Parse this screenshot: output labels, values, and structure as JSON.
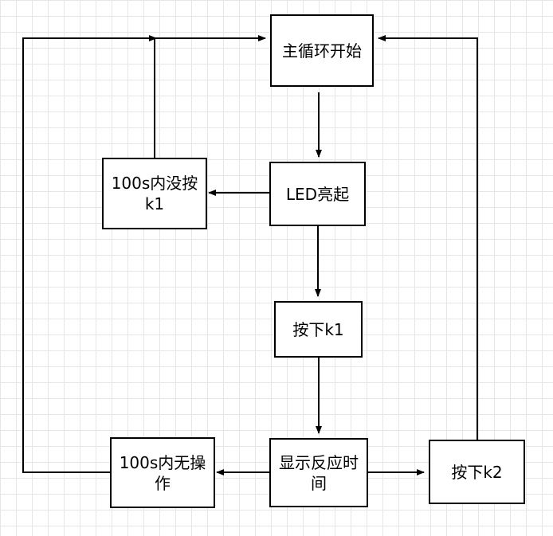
{
  "nodes": {
    "main_loop": "主循环开始",
    "led_on": "LED亮起",
    "no_press_k1": "100s内没按k1",
    "press_k1": "按下k1",
    "show_time": "显示反应时间",
    "no_action": "100s内无操作",
    "press_k2": "按下k2"
  },
  "colors": {
    "stroke": "#000000",
    "fill": "#ffffff",
    "grid": "#e6e6e6"
  }
}
